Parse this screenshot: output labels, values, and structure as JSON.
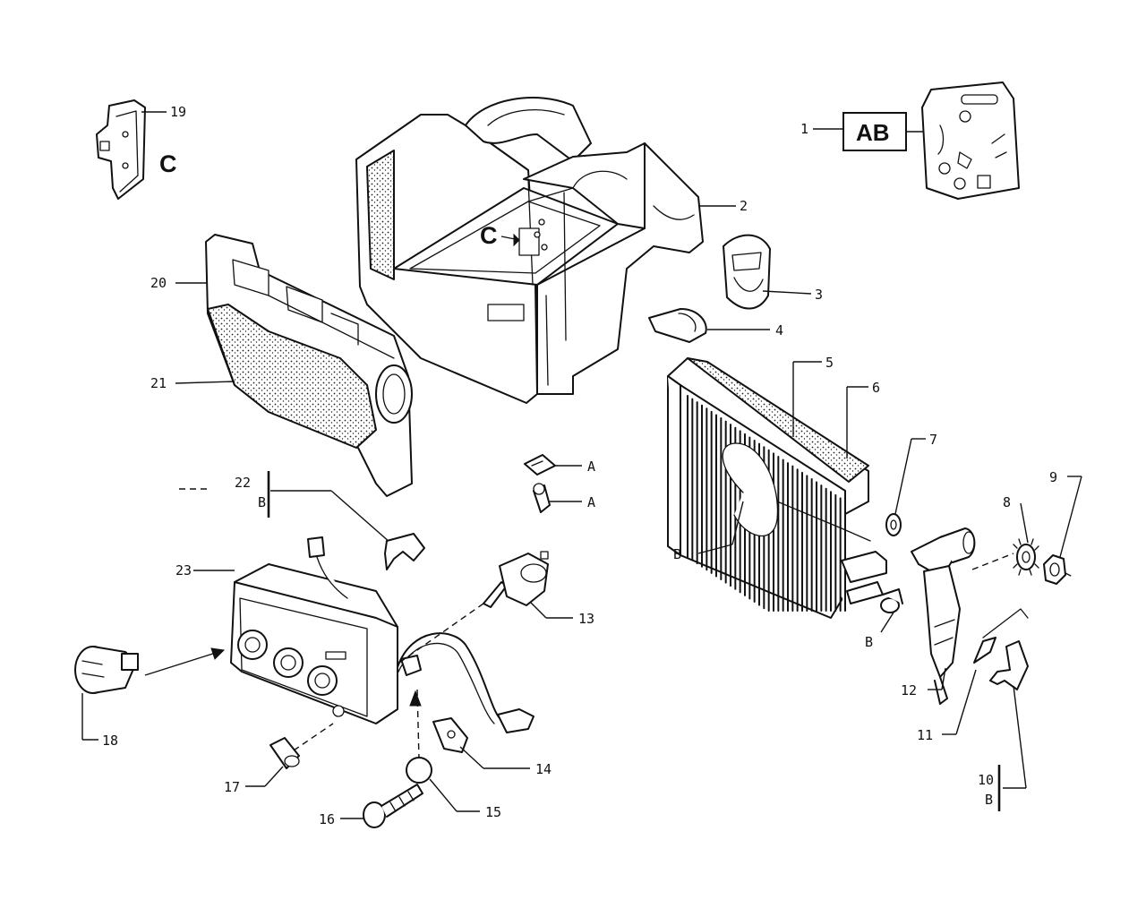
{
  "labels": {
    "p1": "1",
    "p2": "2",
    "p3": "3",
    "p4": "4",
    "p5": "5",
    "p6": "6",
    "p7": "7",
    "p8": "8",
    "p9": "9",
    "p10": "10",
    "p11": "11",
    "p12": "12",
    "p13": "13",
    "p14": "14",
    "p15": "15",
    "p16": "16",
    "p17": "17",
    "p18": "18",
    "p19": "19",
    "p20": "20",
    "p21": "21",
    "p22": "22",
    "p23": "23"
  },
  "codes": {
    "ab_box": "AB",
    "c_top": "C",
    "c_mid": "C",
    "a_upper": "A",
    "a_lower": "A",
    "b_radiator": "B",
    "b_screw": "B",
    "b_22": "B",
    "b_10": "B"
  }
}
